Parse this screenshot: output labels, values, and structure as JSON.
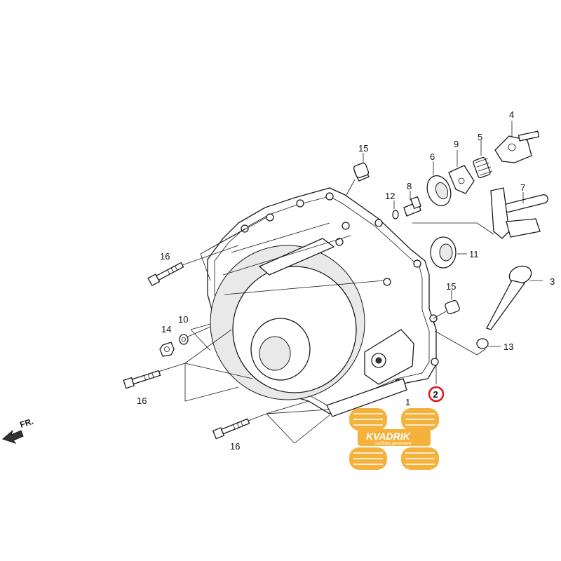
{
  "diagram": {
    "direction_label": "FR.",
    "highlight_color": "#e0141b",
    "callouts": {
      "c1": "1",
      "c2": "2",
      "c3": "3",
      "c4": "4",
      "c5": "5",
      "c6": "6",
      "c7": "7",
      "c8": "8",
      "c9": "9",
      "c10": "10",
      "c11": "11",
      "c12": "12",
      "c13": "13",
      "c14": "14",
      "c15a": "15",
      "c15b": "15",
      "c16a": "16",
      "c16b": "16",
      "c16c": "16"
    },
    "highlighted_callout": "2"
  },
  "watermark": {
    "brand": "KVADRIK",
    "tagline": "свобода движения",
    "color": "#f3a51c"
  }
}
